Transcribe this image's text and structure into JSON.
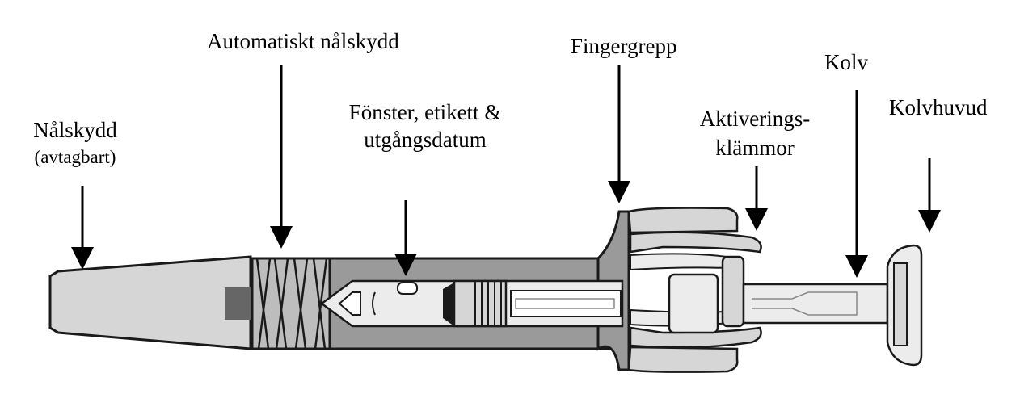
{
  "labels": {
    "needle_cap": "Nålskydd",
    "needle_cap_note": "(avtagbart)",
    "needle_guard": "Automatiskt nålskydd",
    "window_line1": "Fönster, etikett &",
    "window_line2": "utgångsdatum",
    "finger_grip": "Fingergrepp",
    "activation_line1": "Aktiverings-",
    "activation_line2": "klämmor",
    "plunger": "Kolv",
    "plunger_head": "Kolvhuvud"
  },
  "colors": {
    "outline": "#1a1a1a",
    "body_gray": "#9a9a9a",
    "light_gray": "#d6d6d6",
    "pale": "#ececec",
    "dark_gray": "#666666"
  }
}
